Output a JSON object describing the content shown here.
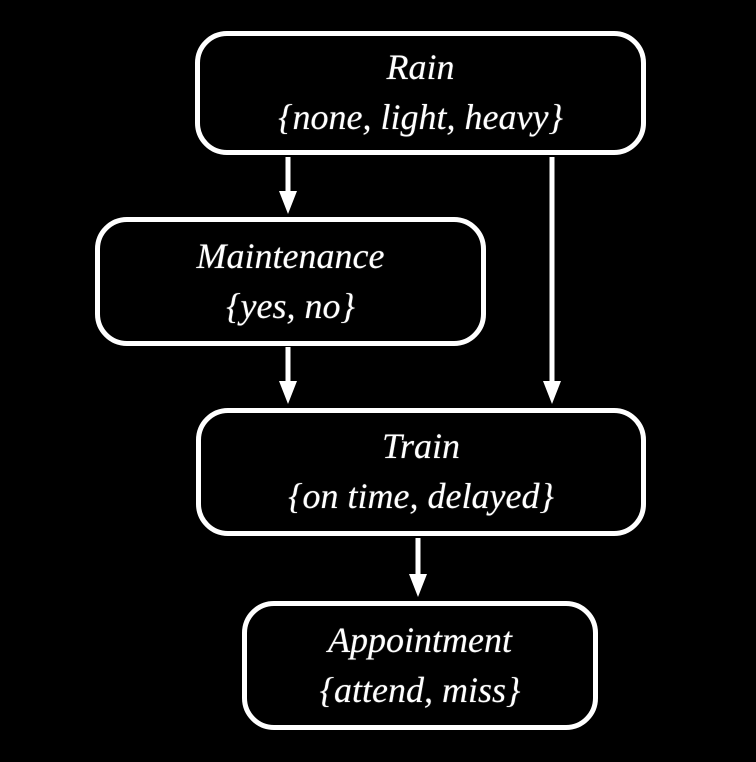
{
  "diagram_type": "bayesian-network",
  "colors": {
    "background": "#000000",
    "node_border": "#ffffff",
    "text": "#ffffff",
    "arrow": "#ffffff"
  },
  "nodes": [
    {
      "id": "rain",
      "label": "Rain",
      "domain": "{none, light, heavy}"
    },
    {
      "id": "maintenance",
      "label": "Maintenance",
      "domain": "{yes, no}"
    },
    {
      "id": "train",
      "label": "Train",
      "domain": "{on time, delayed}"
    },
    {
      "id": "appointment",
      "label": "Appointment",
      "domain": "{attend, miss}"
    }
  ],
  "edges": [
    {
      "from": "Rain",
      "to": "Maintenance"
    },
    {
      "from": "Rain",
      "to": "Train"
    },
    {
      "from": "Maintenance",
      "to": "Train"
    },
    {
      "from": "Train",
      "to": "Appointment"
    }
  ]
}
